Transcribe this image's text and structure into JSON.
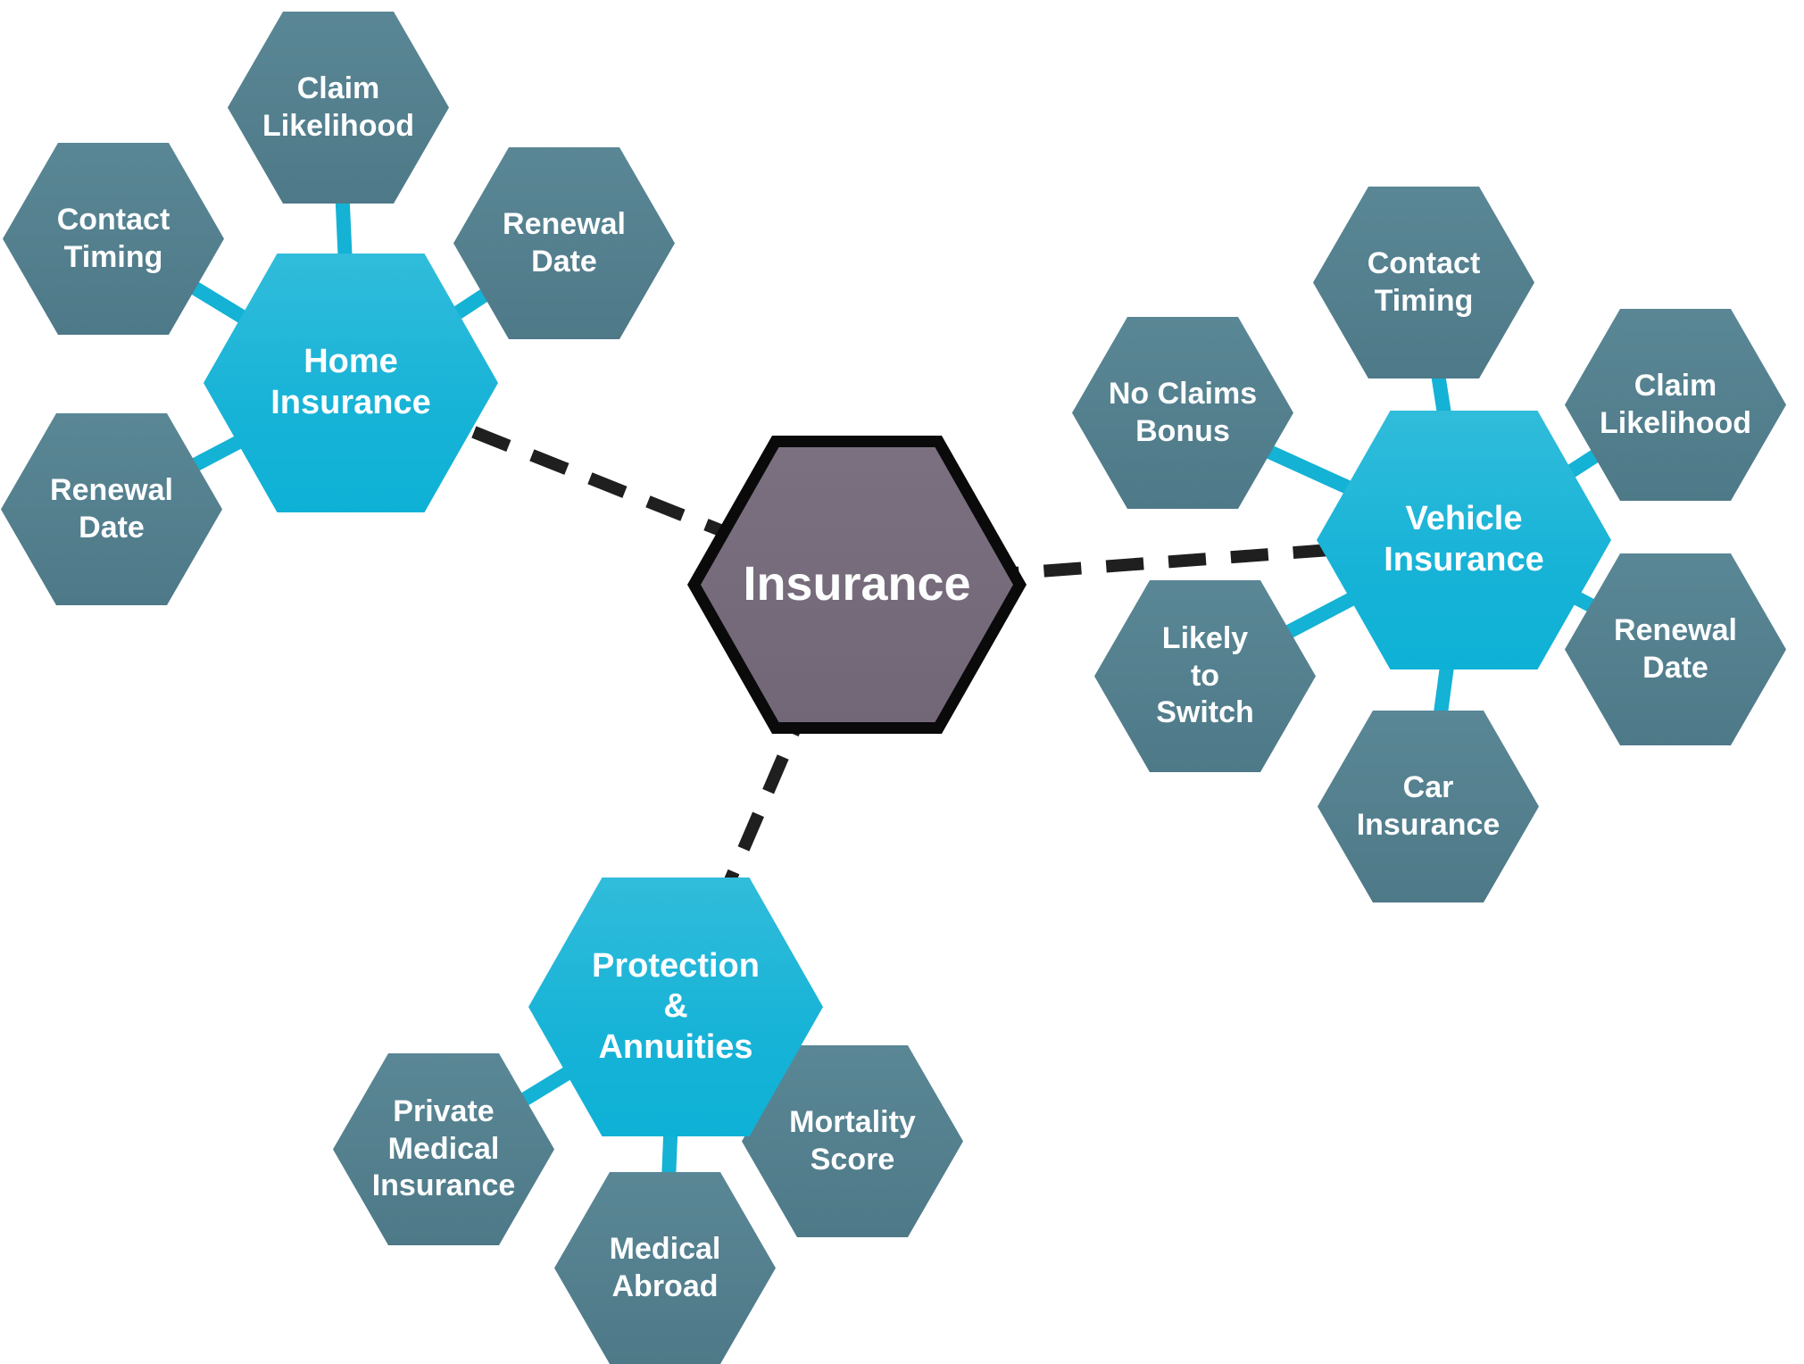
{
  "diagram": {
    "type": "hexagon-mind-map",
    "background": "#ffffff"
  },
  "colors": {
    "central_fill": "#7b7080",
    "central_border": "#0a0a0a",
    "branch_fill": "#17b3d7",
    "satellite_fill": "#53808e",
    "solid_connector": "#14b2d5",
    "dashed_connector": "#1f1f1f",
    "text": "#ffffff"
  },
  "nodes": {
    "central": {
      "label": "Insurance"
    },
    "home": {
      "label": "Home\nInsurance"
    },
    "home_claim_likelihood": {
      "label": "Claim\nLikelihood"
    },
    "home_contact_timing": {
      "label": "Contact\nTiming"
    },
    "home_renewal_date_top": {
      "label": "Renewal\nDate"
    },
    "home_renewal_date_bottom": {
      "label": "Renewal\nDate"
    },
    "vehicle": {
      "label": "Vehicle\nInsurance"
    },
    "vehicle_contact_timing": {
      "label": "Contact\nTiming"
    },
    "vehicle_no_claims_bonus": {
      "label": "No Claims\nBonus"
    },
    "vehicle_claim_likelihood": {
      "label": "Claim\nLikelihood"
    },
    "vehicle_likely_to_switch": {
      "label": "Likely\nto\nSwitch"
    },
    "vehicle_renewal_date": {
      "label": "Renewal\nDate"
    },
    "vehicle_car_insurance": {
      "label": "Car\nInsurance"
    },
    "protection": {
      "label": "Protection\n&\nAnnuities"
    },
    "protection_private_medical": {
      "label": "Private\nMedical\nInsurance"
    },
    "protection_mortality_score": {
      "label": "Mortality\nScore"
    },
    "protection_medical_abroad": {
      "label": "Medical\nAbroad"
    }
  },
  "edges": {
    "dashed": [
      [
        "central",
        "home"
      ],
      [
        "central",
        "vehicle"
      ],
      [
        "central",
        "protection"
      ]
    ],
    "solid": [
      [
        "home",
        "home_claim_likelihood"
      ],
      [
        "home",
        "home_contact_timing"
      ],
      [
        "home",
        "home_renewal_date_top"
      ],
      [
        "home",
        "home_renewal_date_bottom"
      ],
      [
        "vehicle",
        "vehicle_contact_timing"
      ],
      [
        "vehicle",
        "vehicle_no_claims_bonus"
      ],
      [
        "vehicle",
        "vehicle_claim_likelihood"
      ],
      [
        "vehicle",
        "vehicle_likely_to_switch"
      ],
      [
        "vehicle",
        "vehicle_renewal_date"
      ],
      [
        "vehicle",
        "vehicle_car_insurance"
      ],
      [
        "protection",
        "protection_private_medical"
      ],
      [
        "protection",
        "protection_mortality_score"
      ],
      [
        "protection",
        "protection_medical_abroad"
      ]
    ]
  }
}
